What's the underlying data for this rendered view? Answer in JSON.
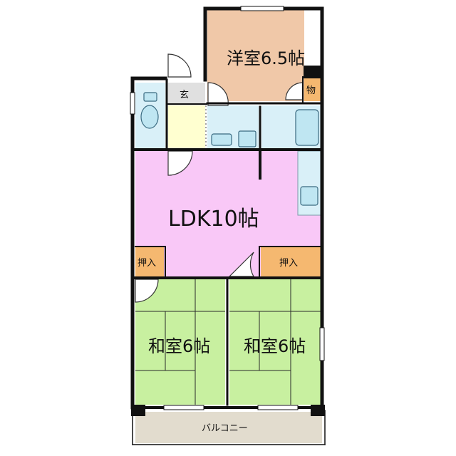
{
  "rooms": {
    "western": {
      "label": "洋室6.5帖",
      "color": "#f0c8a8"
    },
    "ldk": {
      "label": "LDK10帖",
      "color": "#f9c8f7"
    },
    "japanese_left": {
      "label": "和室6帖",
      "color": "#c8f0a0"
    },
    "japanese_right": {
      "label": "和室6帖",
      "color": "#c8f0a0"
    },
    "entrance": {
      "label": "玄",
      "color": "#e0e0e0"
    },
    "storage": {
      "label": "物",
      "color": "#f5b870"
    },
    "closet_left": {
      "label": "押入",
      "color": "#f5b870"
    },
    "closet_right": {
      "label": "押入",
      "color": "#f5b870"
    },
    "balcony": {
      "label": "バルコニー",
      "color": "#e2dcce"
    },
    "wet_area": {
      "color": "#d9f0f8"
    },
    "corridor": {
      "color": "#ffffd0"
    }
  }
}
